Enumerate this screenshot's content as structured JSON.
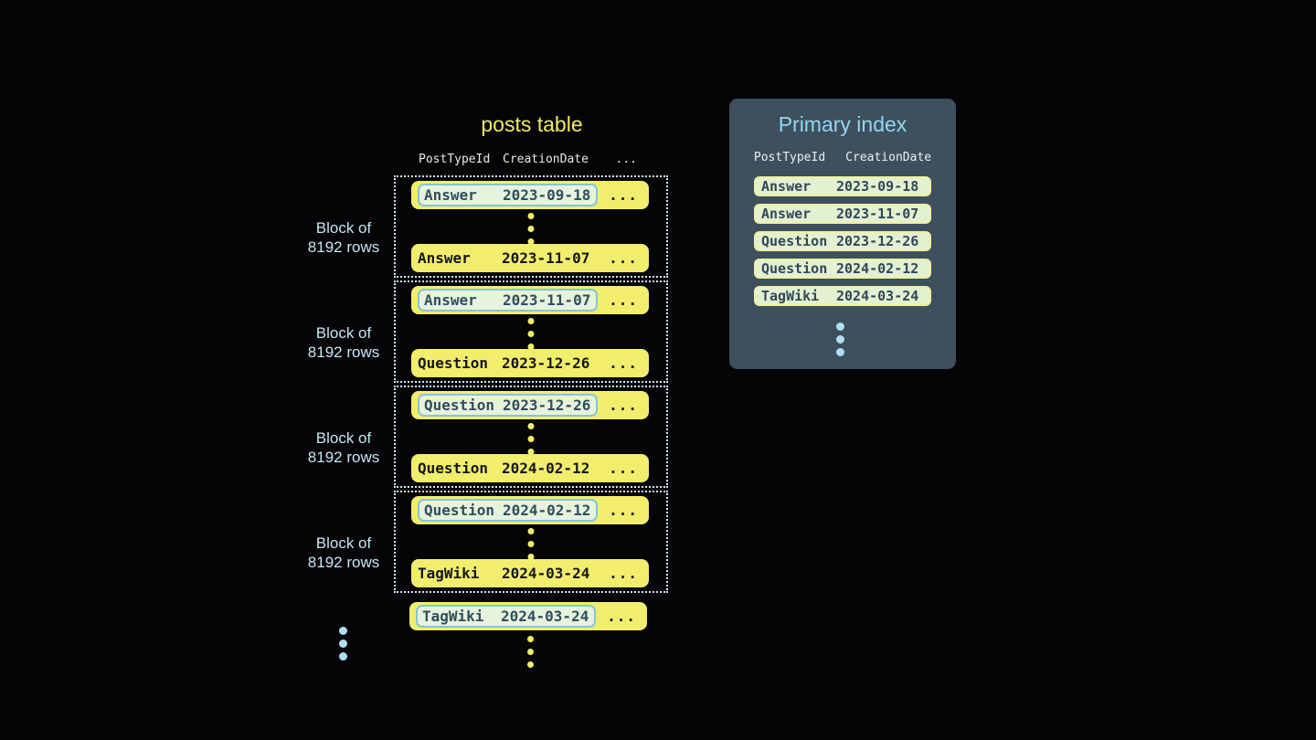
{
  "posts_table": {
    "title": "posts table",
    "columns": {
      "col1": "PostTypeId",
      "col2": "CreationDate",
      "col3": "..."
    },
    "block_label": {
      "line1": "Block of",
      "line2": "8192 rows"
    },
    "row_ellipsis": "...",
    "blocks": [
      {
        "first": {
          "type": "Answer",
          "date": "2023-09-18"
        },
        "last": {
          "type": "Answer",
          "date": "2023-11-07"
        }
      },
      {
        "first": {
          "type": "Answer",
          "date": "2023-11-07"
        },
        "last": {
          "type": "Question",
          "date": "2023-12-26"
        }
      },
      {
        "first": {
          "type": "Question",
          "date": "2023-12-26"
        },
        "last": {
          "type": "Question",
          "date": "2024-02-12"
        }
      },
      {
        "first": {
          "type": "Question",
          "date": "2024-02-12"
        },
        "last": {
          "type": "TagWiki",
          "date": "2024-03-24"
        }
      }
    ],
    "overflow_row": {
      "type": "TagWiki",
      "date": "2024-03-24"
    }
  },
  "primary_index": {
    "title": "Primary index",
    "columns": {
      "col1": "PostTypeId",
      "col2": "CreationDate"
    },
    "rows": [
      {
        "type": "Answer",
        "date": "2023-09-18"
      },
      {
        "type": "Answer",
        "date": "2023-11-07"
      },
      {
        "type": "Question",
        "date": "2023-12-26"
      },
      {
        "type": "Question",
        "date": "2024-02-12"
      },
      {
        "type": "TagWiki",
        "date": "2024-03-24"
      }
    ]
  },
  "colors": {
    "background": "#050507",
    "row_yellow": "#f2ee6d",
    "row_text": "#15151b",
    "highlight_bg": "#e7f3dc",
    "highlight_border": "#82c5da",
    "highlight_text": "#2f4d60",
    "block_dotted_border": "#d2eaf3",
    "label_blue": "#c5e6f4",
    "title_yellow": "#f0eb6a",
    "panel_bg": "#3e505d",
    "panel_title_blue": "#93d6ef",
    "index_row_bg": "#e3f1d0",
    "index_row_border": "#edf1a2",
    "index_row_text": "#32475a",
    "dot_blue": "#aedff2"
  }
}
